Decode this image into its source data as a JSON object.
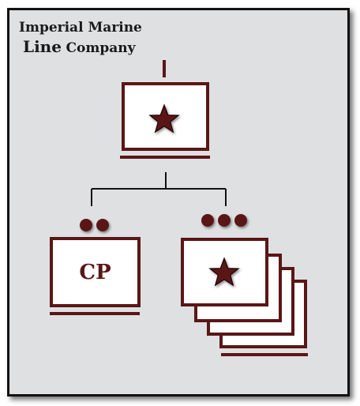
{
  "diagram": {
    "title_line1": "Imperial Marine",
    "title_line2_big": "Line",
    "title_line2_small": "Company",
    "command_post_label": "CP",
    "colors": {
      "unit_border": "#5a1616",
      "unit_fill": "#ffffff",
      "background": "#dfe0e2",
      "frame": "#111111",
      "connector": "#111111"
    },
    "icons": {
      "hq_symbol": "star-icon",
      "platoon_symbol": "star-icon",
      "cp_size_marker": "two-dots",
      "platoon_size_marker": "three-dots"
    }
  }
}
